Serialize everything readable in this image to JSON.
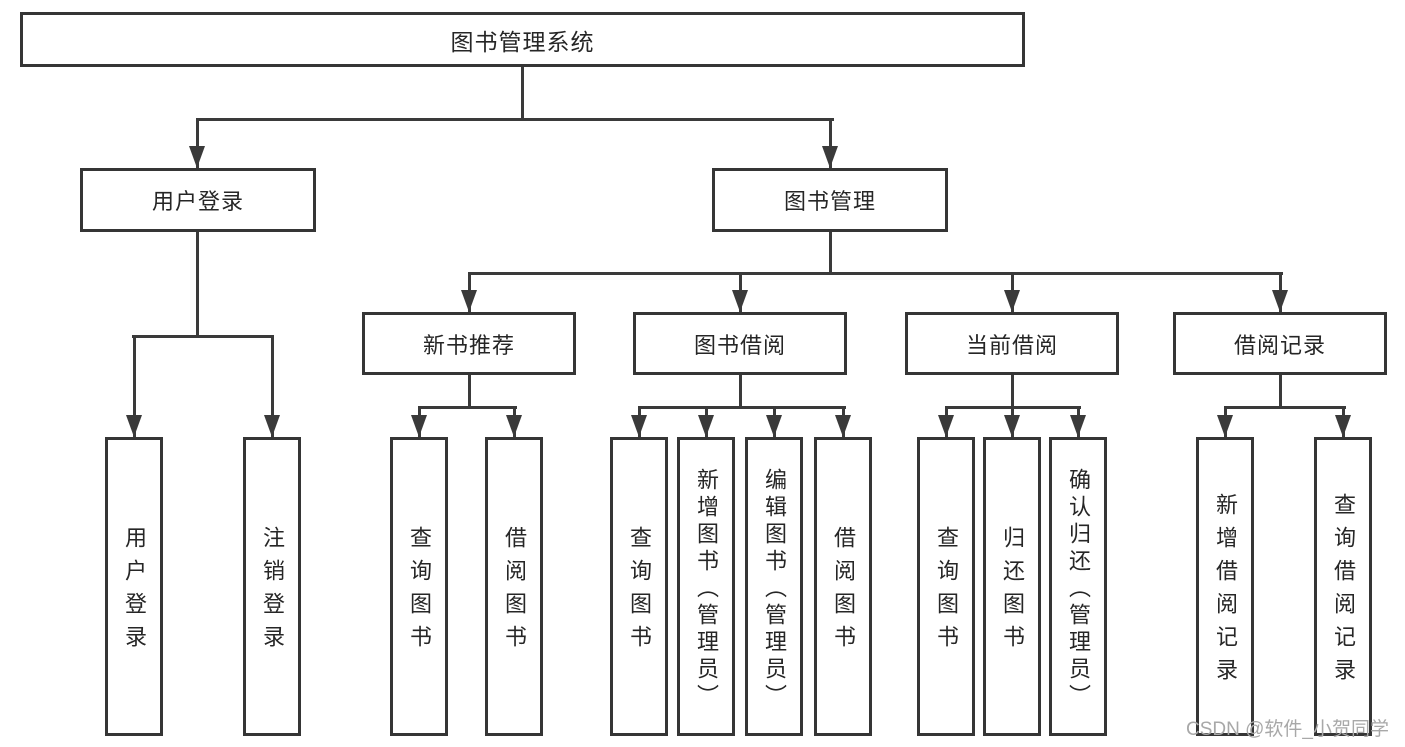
{
  "nodes": {
    "root": "图书管理系统",
    "user_login_group": "用户登录",
    "book_mgmt_group": "图书管理",
    "new_book_rec": "新书推荐",
    "book_borrow": "图书借阅",
    "current_borrow": "当前借阅",
    "borrow_record": "借阅记录",
    "user_login": "用户登录",
    "logout": "注销登录",
    "nbr_query_book": "查询图书",
    "nbr_borrow_book": "借阅图书",
    "bb_query_book": "查询图书",
    "bb_add_book": "新增图书（管理员）",
    "bb_edit_book": "编辑图书（管理员）",
    "bb_borrow_book": "借阅图书",
    "cb_query_book": "查询图书",
    "cb_return_book": "归还图书",
    "cb_confirm_return": "确认归还（管理员）",
    "br_add_record": "新增借阅记录",
    "br_query_record": "查询借阅记录"
  },
  "watermark": "CSDN @软件_小贺同学",
  "colors": {
    "line": "#3a3a3a",
    "box_border": "#353535",
    "text": "#262626",
    "watermark": "#a8a8a8",
    "background": "#ffffff"
  }
}
